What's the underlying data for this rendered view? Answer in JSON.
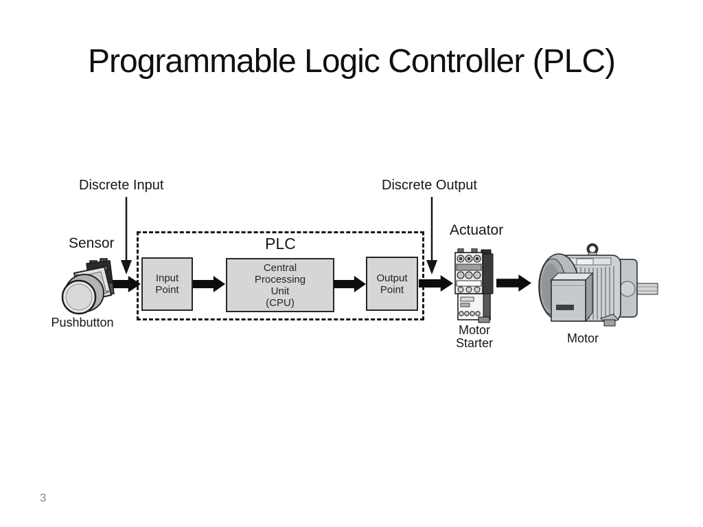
{
  "slide": {
    "title": "Programmable Logic Controller (PLC)",
    "page_number": "3",
    "background_color": "#ffffff"
  },
  "diagram": {
    "labels": {
      "discrete_input": "Discrete Input",
      "discrete_output": "Discrete Output",
      "sensor": "Sensor",
      "actuator": "Actuator",
      "pushbutton": "Pushbutton",
      "plc": "PLC",
      "motor_starter": [
        "Motor",
        "Starter"
      ],
      "motor": "Motor"
    },
    "boxes": {
      "input_point": {
        "lines": [
          "Input",
          "Point"
        ]
      },
      "cpu": {
        "lines": [
          "Central",
          "Processing",
          "Unit",
          "(CPU)"
        ]
      },
      "output_point": {
        "lines": [
          "Output",
          "Point"
        ]
      }
    },
    "flow": [
      "Pushbutton",
      "Input Point",
      "Central Processing Unit (CPU)",
      "Output Point",
      "Motor Starter",
      "Motor"
    ],
    "icons": [
      "pushbutton-device-icon",
      "motor-starter-device-icon",
      "motor-device-icon",
      "flow-arrow-icon",
      "down-arrow-icon"
    ],
    "colors": {
      "box_fill": "#d6d6d6",
      "box_border": "#262626",
      "dashed_border": "#161616",
      "arrow": "#0d0d0d",
      "text": "#161616",
      "page_number": "#8b8b8b"
    }
  }
}
